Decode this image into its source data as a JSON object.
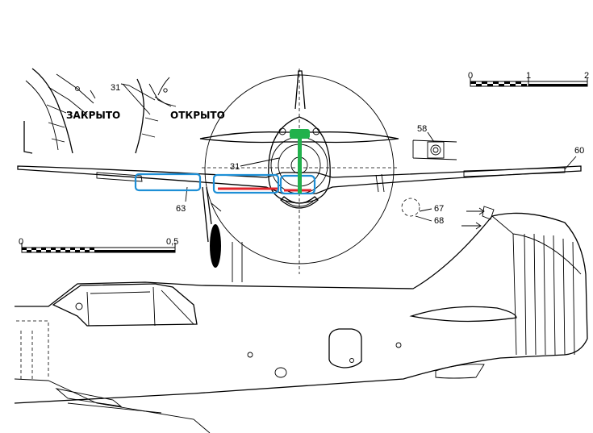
{
  "labels": {
    "closed": "ЗАКРЫТО",
    "open": "ОТКРЫТО",
    "callout_31_inset": "31",
    "callout_31_main": "31",
    "callout_58": "58",
    "callout_60": "60",
    "callout_63": "63",
    "callout_67": "67",
    "callout_68": "68"
  },
  "scale_large": {
    "ticks": [
      "0",
      "1",
      "2"
    ]
  },
  "scale_small": {
    "ticks": [
      "0",
      "0,5"
    ]
  },
  "highlights": {
    "box_color": "#1e8fd6",
    "marker_color": "#21b14c",
    "red_color": "#e0242b"
  }
}
